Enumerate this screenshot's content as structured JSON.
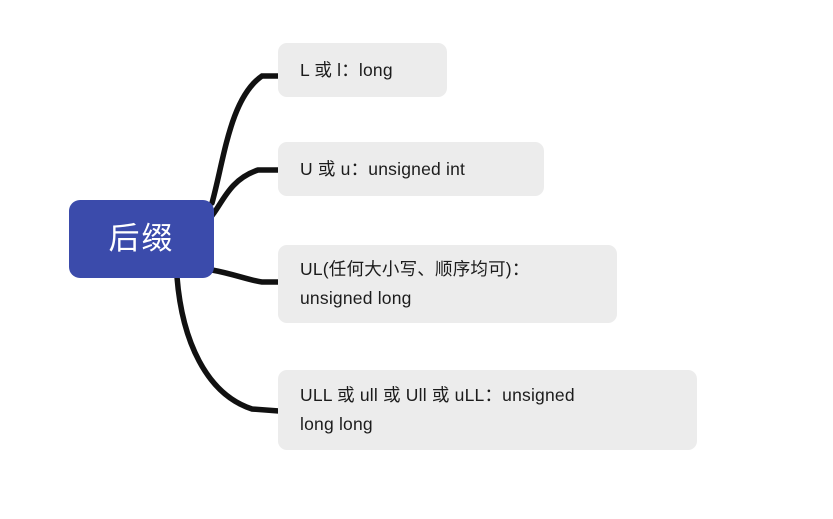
{
  "diagram": {
    "type": "mind-map",
    "background_color": "#ffffff",
    "root": {
      "label": "后缀",
      "fill_color": "#3b4bab",
      "text_color": "#ffffff"
    },
    "branch_style": {
      "fill_color": "#ececec",
      "text_color": "#1c1c1c",
      "connector_color": "#111111"
    },
    "branches": [
      {
        "label": "L 或 l：long"
      },
      {
        "label": "U 或 u：unsigned int"
      },
      {
        "label": "UL(任何大小写、顺序均可)：\nunsigned long"
      },
      {
        "label": "ULL 或 ull 或 Ull 或 uLL：unsigned\nlong long"
      }
    ]
  }
}
